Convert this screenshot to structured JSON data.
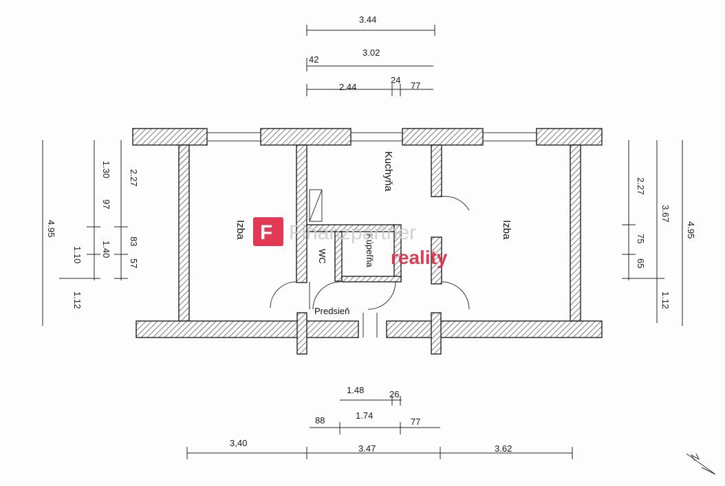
{
  "rooms": {
    "izba_left": "Izba",
    "kuchyna": "Kuchyňa",
    "izba_right": "Izba",
    "wc": "WC",
    "kupelna": "Kúpeľňa",
    "predsien": "Predsieň"
  },
  "dims_top": {
    "total": "3.44",
    "d42": "42",
    "d302": "3.02",
    "d244": "2.44",
    "d24": "24",
    "d77": "77"
  },
  "dims_left": {
    "d495": "4.95",
    "d130": "1.30",
    "d97": "97",
    "d140": "1.40",
    "d110": "1.10",
    "d112": "1.12",
    "d227": "2.27",
    "d83": "83",
    "d57": "57"
  },
  "dims_right": {
    "d227": "2.27",
    "d367": "3.67",
    "d75": "75",
    "d65": "65",
    "d112": "1.12",
    "d495": "4.95"
  },
  "dims_bottom": {
    "d148": "1.48",
    "d26": "26",
    "d88": "88",
    "d174": "1.74",
    "d77": "77",
    "d340": "3,40",
    "d347": "3.47",
    "d362": "3.62"
  },
  "watermark": {
    "brand": "Finanzpartner",
    "sub": "reality",
    "logo_letter": "F",
    "brand_color": "#e02a47"
  }
}
